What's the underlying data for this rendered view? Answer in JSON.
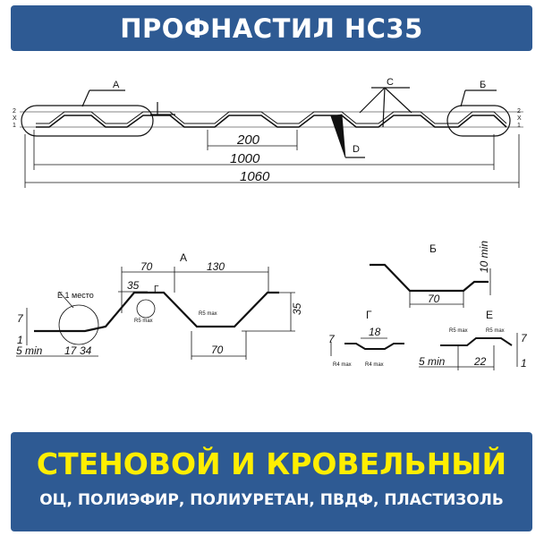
{
  "header": {
    "title": "ПРОФНАСТИЛ НС35"
  },
  "footer": {
    "title": "СТЕНОВОЙ И КРОВЕЛЬНЫЙ",
    "subtitle": "ОЦ, ПОЛИЭФИР, ПОЛИУРЕТАН, ПВДФ, ПЛАСТИЗОЛЬ"
  },
  "drawing": {
    "main": {
      "label_a": "А",
      "label_b": "Б",
      "label_c": "С",
      "label_d": "D",
      "side_marks": "2\nX\n1",
      "dim_200": "200",
      "dim_1000": "1000",
      "dim_1060": "1060"
    },
    "detail_a": {
      "title": "А",
      "dim_70_top": "70",
      "dim_130": "130",
      "dim_35_top": "35",
      "label_g": "Г",
      "label_e": "Е 1 место",
      "r5_left": "R5 max",
      "r5_right": "R5 max",
      "dim_7": "7",
      "dim_1": "1",
      "dim_5min": "5 min",
      "dim_17": "17",
      "dim_34": "34",
      "dim_35_right": "35",
      "dim_70_bottom": "70"
    },
    "detail_b": {
      "title": "Б",
      "dim_10min": "10 min",
      "dim_70": "70"
    },
    "detail_g": {
      "title": "Г",
      "dim_18": "18",
      "dim_7": "7",
      "r4_left": "R4 max",
      "r4_right": "R4 max"
    },
    "detail_e": {
      "title": "Е",
      "r5_a": "R5 max",
      "r5_b": "R5 max",
      "dim_5min": "5 min",
      "dim_22": "22",
      "dim_7": "7",
      "dim_1": "1"
    }
  }
}
